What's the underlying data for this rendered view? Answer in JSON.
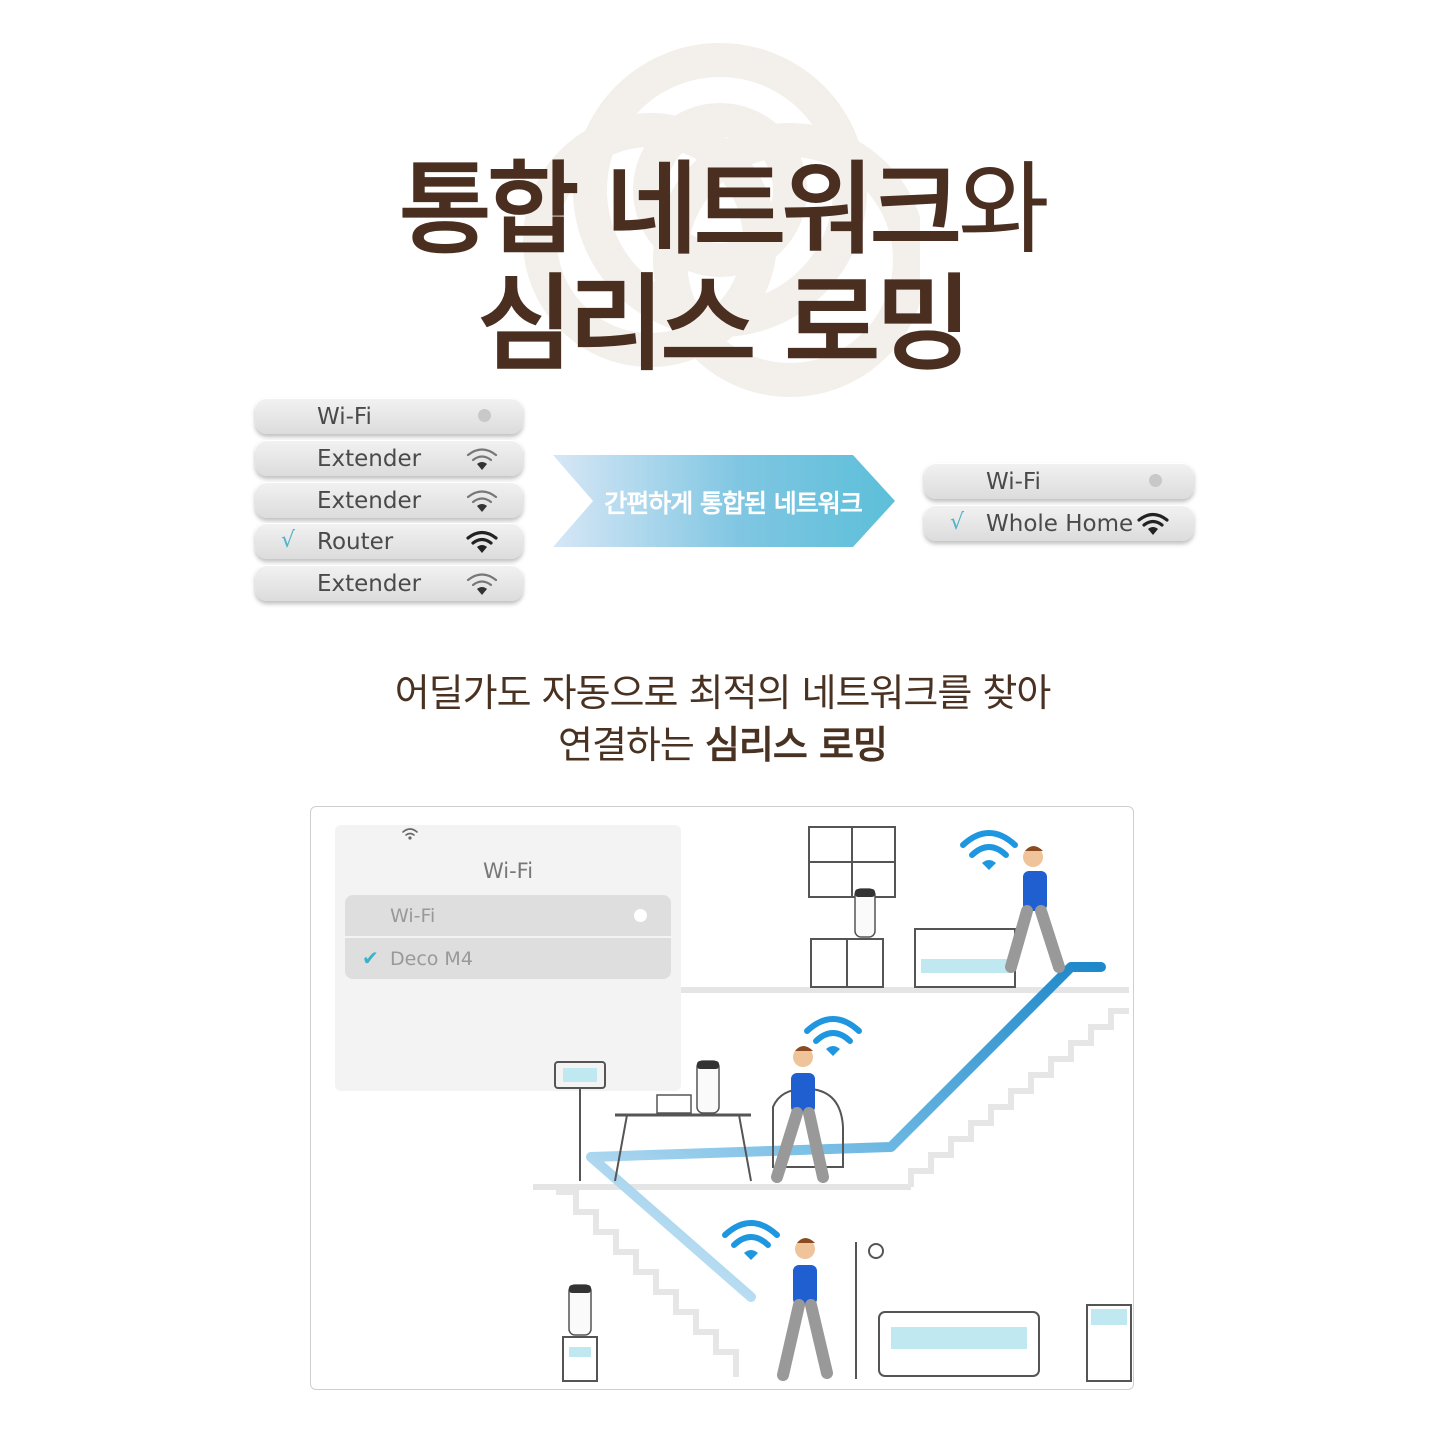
{
  "title": {
    "line1_bold": "통합 네트워크",
    "line1_light": "와",
    "line2": "심리스 로밍"
  },
  "left_list": [
    {
      "label": "Wi-Fi",
      "checked": false,
      "indicator": "dot-icon"
    },
    {
      "label": "Extender",
      "checked": false,
      "indicator": "wifi-icon-weak"
    },
    {
      "label": "Extender",
      "checked": false,
      "indicator": "wifi-icon-weak"
    },
    {
      "label": "Router",
      "checked": true,
      "indicator": "wifi-icon-strong"
    },
    {
      "label": "Extender",
      "checked": false,
      "indicator": "wifi-icon-weak"
    }
  ],
  "check_mark": "√",
  "arrow_label": "간편하게 통합된 네트워크",
  "right_list": [
    {
      "label": "Wi-Fi",
      "checked": false,
      "indicator": "dot-icon"
    },
    {
      "label": "Whole Home",
      "checked": true,
      "indicator": "wifi-icon-strong"
    }
  ],
  "subtitle": {
    "line1": "어딜가도 자동으로 최적의 네트워크를 찾아",
    "line2_light": "연결하는 ",
    "line2_bold": "심리스 로밍"
  },
  "phone_panel": {
    "title": "Wi-Fi",
    "items": [
      {
        "label": "Wi-Fi",
        "checked": false
      },
      {
        "label": "Deco M4",
        "checked": true
      }
    ],
    "check_mark": "✔"
  },
  "colors": {
    "title": "#4a2e20",
    "accent_blue": "#2196d8",
    "check_teal": "#3ab2c9",
    "arrow_start": "#6cc7df",
    "arrow_end": "#d3e6f7"
  }
}
